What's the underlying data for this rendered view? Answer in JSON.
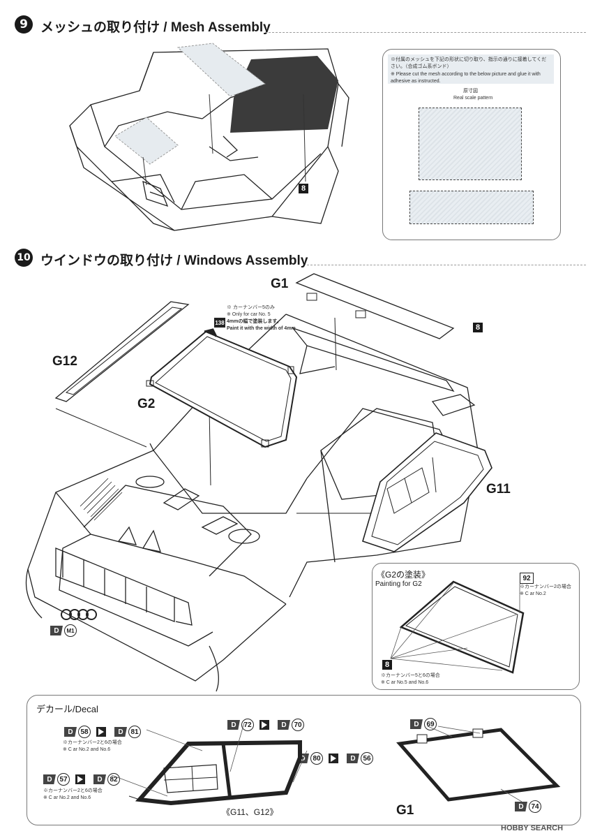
{
  "step9": {
    "number": "9",
    "title": "メッシュの取り付け / Mesh Assembly",
    "part_label": "8",
    "note_box": {
      "jp": "※付属のメッシュを下記の形状に切り取り、指示の通りに接着してください。（合成ゴム系ボンド）",
      "en": "※ Please cut the mesh according to the below picture and glue it with adhesive as instructed.",
      "scale_jp": "原寸図",
      "scale_en": "Real scale pattern"
    }
  },
  "step10": {
    "number": "10",
    "title": "ウインドウの取り付け / Windows Assembly",
    "labels": {
      "g1": "G1",
      "g2": "G2",
      "g11": "G11",
      "g12": "G12",
      "part8": "8"
    },
    "g2_note": {
      "line1": "※ カーナンバー5のみ",
      "line2": "※ Only for car No. 5",
      "line3": "4mmの幅で塗装します。",
      "line4": "Paint it with the width of 4mm.",
      "paint_code": "138"
    },
    "emblem_decal": {
      "prefix": "D",
      "code": "M1"
    }
  },
  "painting_g2": {
    "title": "《G2の塗装》",
    "subtitle": "Painting for G2",
    "paint_code": "92",
    "note_top_jp": "※カーナンバー2の場合",
    "note_top_en": "※ C ar No.2",
    "part_label": "8",
    "note_bottom_jp": "※カーナンバー5と6の場合",
    "note_bottom_en": "※ C ar No.5 and No.6"
  },
  "decal": {
    "title": "デカール/Decal",
    "prefix": "D",
    "group_a": {
      "a": "58",
      "b": "81",
      "jp": "※カーナンバー2と6の場合",
      "en": "※ C ar No.2 and No.6"
    },
    "group_b": {
      "a": "57",
      "b": "82",
      "jp": "※カーナンバー2と6の場合",
      "en": "※ C ar No.2 and No.6"
    },
    "group_c": {
      "a": "72",
      "b": "70"
    },
    "group_d": {
      "a": "80",
      "b": "56"
    },
    "g1_top": "69",
    "g1_bottom": "74",
    "caption_g11_g12": "《G11、G12》",
    "label_g1": "G1"
  },
  "watermark": "HOBBY SEARCH",
  "colors": {
    "ink": "#1a1a1a",
    "mesh": "#3b3b3b",
    "line": "#555555",
    "panel_border": "#777777"
  }
}
